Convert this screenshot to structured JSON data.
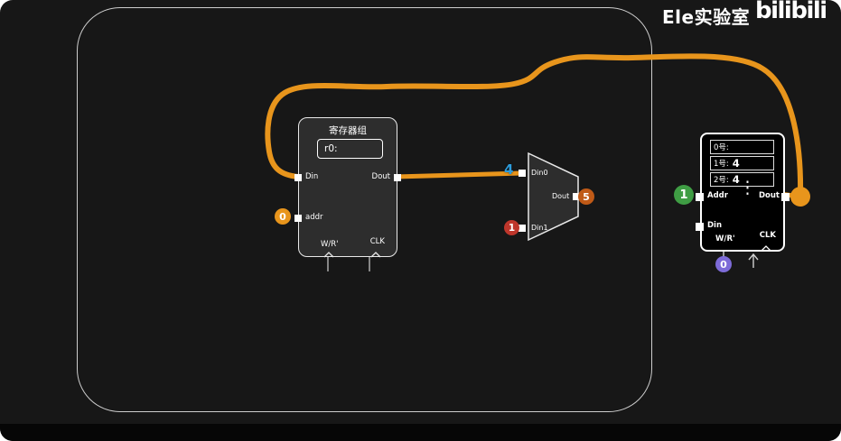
{
  "header": {
    "brand": "Ele实验室",
    "logo": "bilibili"
  },
  "colors": {
    "wire": "#E8951C",
    "badge_orange": "#E8951C",
    "badge_red": "#BE362B",
    "badge_rust": "#C05A17",
    "badge_green": "#3F9D44",
    "badge_purple": "#7D6BD8",
    "value_blue": "#2D9CDB"
  },
  "register": {
    "title": "寄存器组",
    "field": "r0:",
    "pin_din": "Din",
    "pin_dout": "Dout",
    "pin_addr": "addr",
    "pin_wr": "W/R'",
    "pin_clk": "CLK",
    "addr_value": "0"
  },
  "mux": {
    "pin_din0": "Din0",
    "pin_din1": "Din1",
    "pin_dout": "Dout",
    "din0_value": "4",
    "din1_value": "1",
    "dout_value": "5"
  },
  "memory": {
    "rows": [
      {
        "label": "0号:",
        "value": ""
      },
      {
        "label": "1号:",
        "value": "4"
      },
      {
        "label": "2号:",
        "value": "4"
      }
    ],
    "ellipsis": "⋮",
    "pin_addr": "Addr",
    "pin_dout": "Dout",
    "pin_din": "Din",
    "pin_wr": "W/R'",
    "pin_clk": "CLK",
    "addr_value": "1",
    "wr_value": "0"
  }
}
